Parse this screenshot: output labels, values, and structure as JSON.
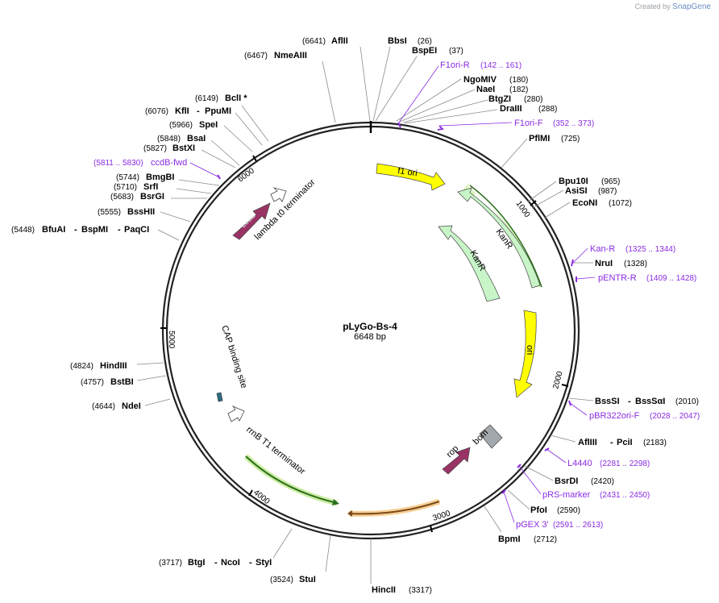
{
  "credit": {
    "prefix": "Created by",
    "brand": "SnapGene"
  },
  "plasmid": {
    "name": "pLyGo-Bs-4",
    "length_text": "6648 bp",
    "length": 6648
  },
  "ticks": [
    "1000",
    "2000",
    "3000",
    "4000",
    "5000",
    "6000"
  ],
  "features": {
    "f1ori": "f1 ori",
    "kanr1": "KanR",
    "kanr2": "KanR",
    "ori": "ori",
    "bom": "bom",
    "rop": "rop",
    "ccdb": "ccdB",
    "lambda": "lambda t0 terminator",
    "cap": "CAP binding site",
    "rrnb": "rrnB T1 terminator"
  },
  "sites": {
    "afiii": {
      "name": "AflII",
      "pos": "(6641)"
    },
    "bbsi": {
      "name": "BbsI",
      "pos": "(26)"
    },
    "bspei": {
      "name": "BspEI",
      "pos": "(37)"
    },
    "nmeaiii": {
      "name": "NmeAIII",
      "pos": "(6467)"
    },
    "bcli": {
      "name": "BclI *",
      "pos": "(6149)"
    },
    "kfli": {
      "name": "KflI",
      "name2": "PpuMI",
      "pos": "(6076)"
    },
    "spei": {
      "name": "SpeI",
      "pos": "(5966)"
    },
    "bsai": {
      "name": "BsaI",
      "pos": "(5848)"
    },
    "bstxi": {
      "name": "BstXI",
      "pos": "(5827)"
    },
    "bmgbi": {
      "name": "BmgBI",
      "pos": "(5744)"
    },
    "srfi": {
      "name": "SrfI",
      "pos": "(5710)"
    },
    "bsrgi": {
      "name": "BsrGI",
      "pos": "(5683)"
    },
    "bsshii": {
      "name": "BssHII",
      "pos": "(5555)"
    },
    "bfuai": {
      "name": "BfuAI",
      "name2": "BspMI",
      "name3": "PaqCI",
      "pos": "(5448)"
    },
    "hindiii": {
      "name": "HindIII",
      "pos": "(4824)"
    },
    "bstbi": {
      "name": "BstBI",
      "pos": "(4757)"
    },
    "ndei": {
      "name": "NdeI",
      "pos": "(4644)"
    },
    "btgi": {
      "name": "BtgI",
      "name2": "NcoI",
      "name3": "StyI",
      "pos": "(3717)"
    },
    "stui": {
      "name": "StuI",
      "pos": "(3524)"
    },
    "hincii": {
      "name": "HincII",
      "pos": "(3317)"
    },
    "bpmi": {
      "name": "BpmI",
      "pos": "(2712)"
    },
    "pfoi": {
      "name": "PfoI",
      "pos": "(2590)"
    },
    "bsrdi": {
      "name": "BsrDI",
      "pos": "(2420)"
    },
    "afliii": {
      "name": "AflIII",
      "name2": "PciI",
      "pos": "(2183)"
    },
    "bsssi": {
      "name": "BssSI",
      "name2": "BssSαI",
      "pos": "(2010)"
    },
    "nrui": {
      "name": "NruI",
      "pos": "(1328)"
    },
    "ngomiv": {
      "name": "NgoMIV",
      "pos": "(180)"
    },
    "naei": {
      "name": "NaeI",
      "pos": "(182)"
    },
    "btgzi": {
      "name": "BtgZI",
      "pos": "(280)"
    },
    "draiii": {
      "name": "DraIII",
      "pos": "(288)"
    },
    "pflmi": {
      "name": "PflMI",
      "pos": "(725)"
    },
    "bpu10i": {
      "name": "Bpu10I",
      "pos": "(965)"
    },
    "asisi": {
      "name": "AsiSI",
      "pos": "(987)"
    },
    "econi": {
      "name": "EcoNI",
      "pos": "(1072)"
    }
  },
  "primers": {
    "f1orir": {
      "name": "F1ori-R",
      "pos": "(142 .. 161)"
    },
    "f1orif": {
      "name": "F1ori-F",
      "pos": "(352 .. 373)"
    },
    "kanr": {
      "name": "Kan-R",
      "pos": "(1325 .. 1344)"
    },
    "pentr": {
      "name": "pENTR-R",
      "pos": "(1409 .. 1428)"
    },
    "pbr322": {
      "name": "pBR322ori-F",
      "pos": "(2028 .. 2047)"
    },
    "l4440": {
      "name": "L4440",
      "pos": "(2281 .. 2298)"
    },
    "prs": {
      "name": "pRS-marker",
      "pos": "(2431 .. 2450)"
    },
    "pgex": {
      "name": "pGEX 3'",
      "pos": "(2591 .. 2613)"
    },
    "ccdbfwd": {
      "name": "ccdB-fwd",
      "pos": "(5811 .. 5830)"
    }
  },
  "colors": {
    "f1ori": "#ffff00",
    "ori": "#ffff00",
    "kanr": "#c8f5c8",
    "ccdb": "#993366",
    "rop": "#993366",
    "bom": "#a3a8ad",
    "cap": "#2e6d84",
    "primer": "#8a2be2",
    "lambda_glow": "#b7e67a",
    "orange_glow": "#f5c47a"
  }
}
